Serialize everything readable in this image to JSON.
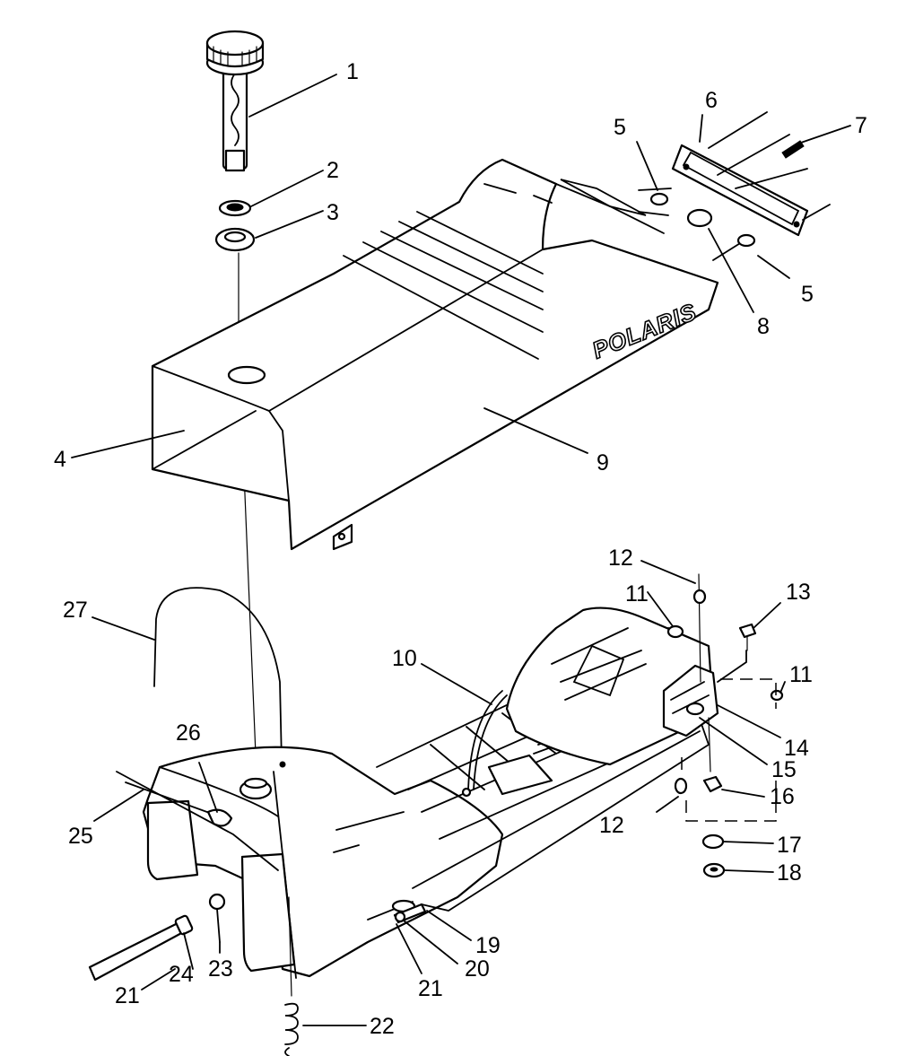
{
  "diagram": {
    "brand_text": "POLARIS",
    "callouts": [
      {
        "id": "c1",
        "label": "1"
      },
      {
        "id": "c2",
        "label": "2"
      },
      {
        "id": "c3",
        "label": "3"
      },
      {
        "id": "c4",
        "label": "4"
      },
      {
        "id": "c5a",
        "label": "5"
      },
      {
        "id": "c5b",
        "label": "5"
      },
      {
        "id": "c6",
        "label": "6"
      },
      {
        "id": "c7",
        "label": "7"
      },
      {
        "id": "c8",
        "label": "8"
      },
      {
        "id": "c9",
        "label": "9"
      },
      {
        "id": "c10",
        "label": "10"
      },
      {
        "id": "c11a",
        "label": "11"
      },
      {
        "id": "c11b",
        "label": "11"
      },
      {
        "id": "c12a",
        "label": "12"
      },
      {
        "id": "c12b",
        "label": "12"
      },
      {
        "id": "c13",
        "label": "13"
      },
      {
        "id": "c14",
        "label": "14"
      },
      {
        "id": "c15",
        "label": "15"
      },
      {
        "id": "c16",
        "label": "16"
      },
      {
        "id": "c17",
        "label": "17"
      },
      {
        "id": "c18",
        "label": "18"
      },
      {
        "id": "c19",
        "label": "19"
      },
      {
        "id": "c20",
        "label": "20"
      },
      {
        "id": "c21a",
        "label": "21"
      },
      {
        "id": "c21b",
        "label": "21"
      },
      {
        "id": "c22",
        "label": "22"
      },
      {
        "id": "c23",
        "label": "23"
      },
      {
        "id": "c24",
        "label": "24"
      },
      {
        "id": "c25",
        "label": "25"
      },
      {
        "id": "c26",
        "label": "26"
      },
      {
        "id": "c27",
        "label": "27"
      }
    ]
  }
}
